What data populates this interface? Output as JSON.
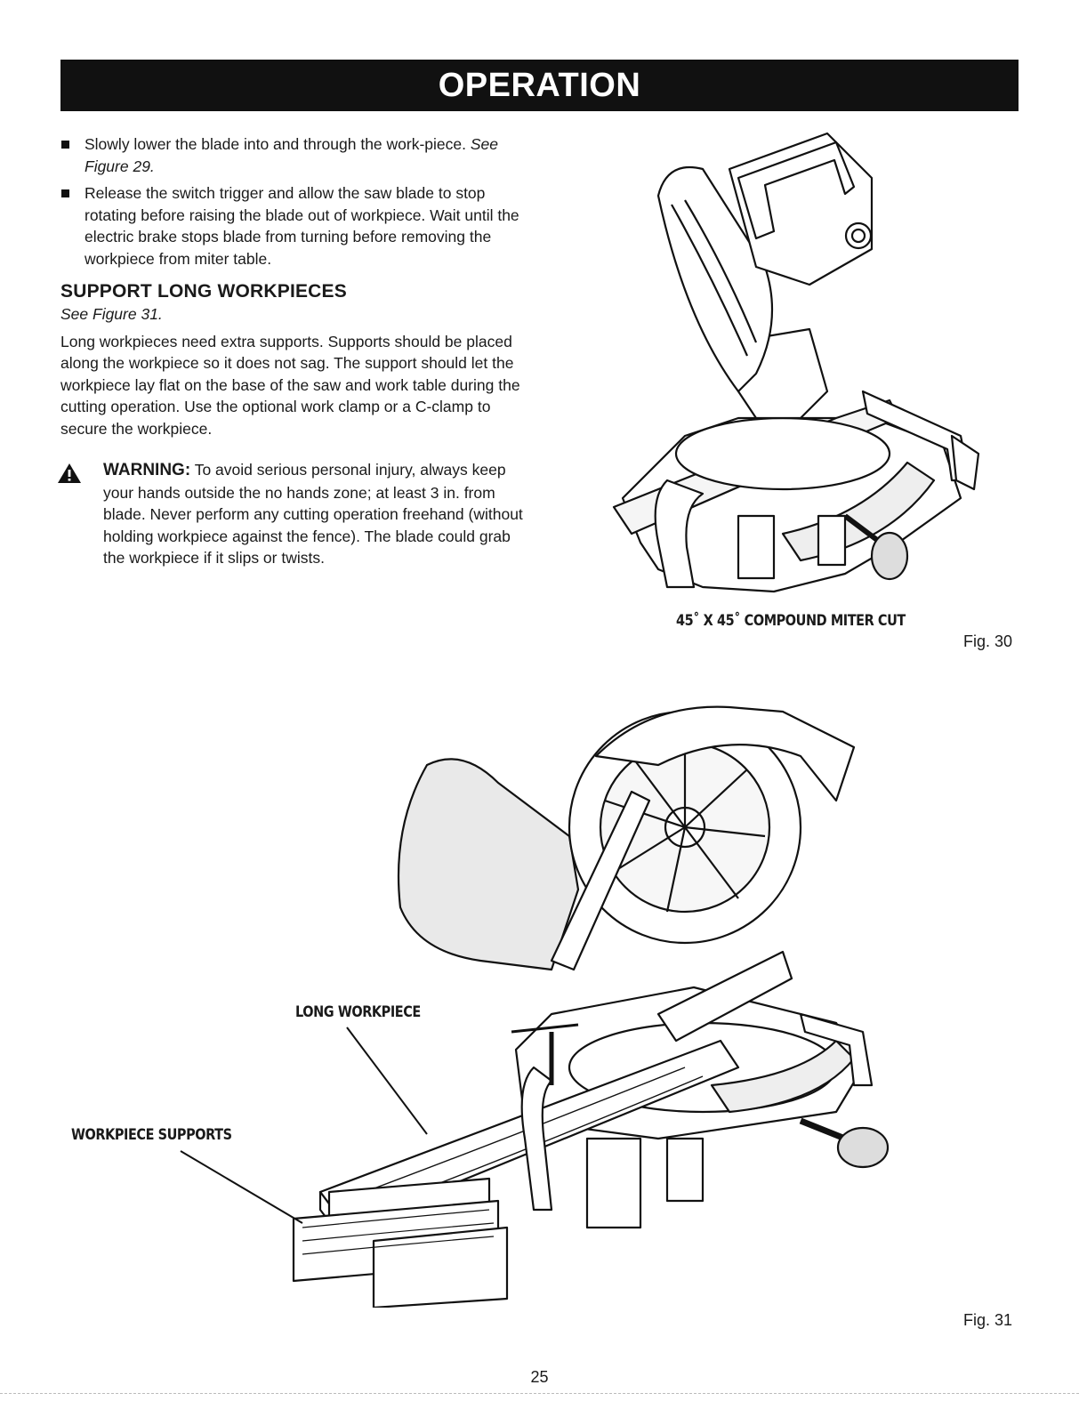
{
  "header": {
    "title": "OPERATION"
  },
  "bullets": [
    {
      "text": "Slowly lower the blade into and through the work-piece. ",
      "ref": "See Figure 29."
    },
    {
      "text": "Release the switch trigger and allow the saw blade to stop rotating before raising the blade out of workpiece. Wait until the electric brake stops blade from turning before removing the workpiece from miter table.",
      "ref": ""
    }
  ],
  "section": {
    "heading": "SUPPORT LONG WORKPIECES",
    "ref": "See Figure 31.",
    "body": "Long workpieces need extra supports. Supports should be placed along the workpiece so it does not sag. The support should let the workpiece lay flat on the base of the saw and work table during the cutting operation. Use the optional work clamp or a C-clamp to secure the workpiece."
  },
  "warning": {
    "icon": "warning-triangle-icon",
    "label": "WARNING:",
    "text": " To avoid serious personal injury, always keep your hands outside the no hands zone; at least 3 in. from blade. Never perform any cutting operation freehand (without holding workpiece against the fence). The blade could grab the workpiece if it slips or twists."
  },
  "figure30": {
    "caption": "45˚ X 45˚ COMPOUND MITER CUT",
    "label": "Fig. 30"
  },
  "figure31": {
    "label_long": "LONG WORKPIECE",
    "label_supports": "WORKPIECE SUPPORTS",
    "label": "Fig. 31"
  },
  "page_number": "25"
}
